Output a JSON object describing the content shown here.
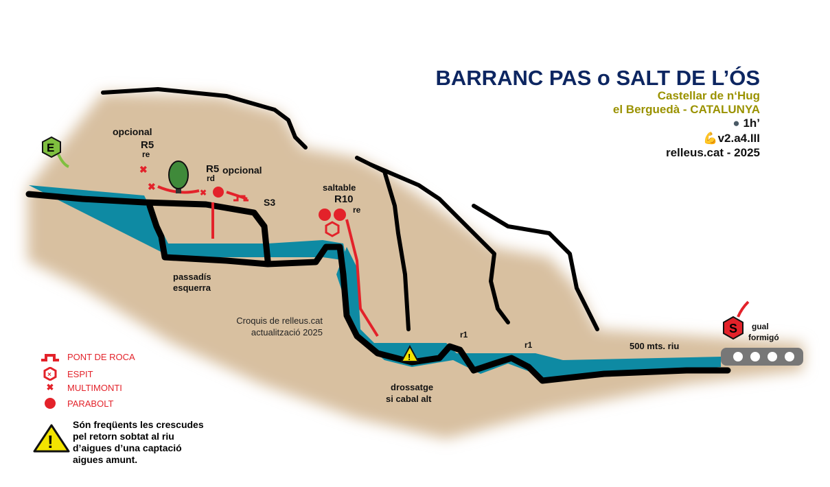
{
  "header": {
    "title": "BARRANC PAS o SALT DE L’ÓS",
    "location": "Castellar de n‘Hug",
    "region": "el Berguedà - CATALUNYA",
    "time": "1h’",
    "grade": "v2.a4.III",
    "credit": "relleus.cat - 2025",
    "time_icon": "clock-icon",
    "grade_icon": "flexed-biceps-icon"
  },
  "markers": {
    "entry": "E",
    "exit": "S"
  },
  "labels": {
    "opcional1": "opcional",
    "r5a": "R5",
    "r5a_side": "re",
    "r5b": "R5",
    "r5b_side": "rd",
    "opcional2": "opcional",
    "s3": "S3",
    "saltable": "saltable",
    "r10": "R10",
    "r10_side": "re",
    "passadis": "passadís",
    "esquerra": "esquerra",
    "r1a": "r1",
    "r1b": "r1",
    "river": "500  mts. riu",
    "gual1": "gual",
    "gual2": "formigó",
    "drossatge1": "drossatge",
    "drossatge2": "si cabal alt"
  },
  "note": {
    "line1": "Croquis de relleus.cat",
    "line2": "actualització 2025"
  },
  "legend": [
    {
      "icon": "rock-bridge-icon",
      "label": "PONT DE ROCA"
    },
    {
      "icon": "espit-icon",
      "label": "ESPIT"
    },
    {
      "icon": "multimonti-icon",
      "label": "MULTIMONTI"
    },
    {
      "icon": "parabolt-icon",
      "label": "PARABOLT"
    }
  ],
  "warning": {
    "lines": [
      "Són freqüents les crescudes",
      "pel retorn sobtat al riu",
      "d’aigues d’una captació",
      "aigues amunt."
    ]
  },
  "colors": {
    "terrain": "#d8c0a0",
    "water": "#0e8aa3",
    "rock": "#000000",
    "anchor": "#e3222a",
    "title": "#0d2661",
    "subtitle": "#9a9200"
  }
}
